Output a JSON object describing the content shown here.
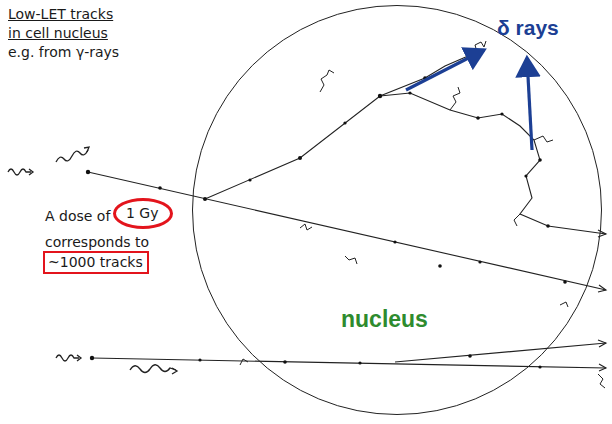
{
  "diagram": {
    "nodes": [
      {
        "text": [
          "1 Gy"
        ]
      },
      {
        "text": [
          "~1000 tracks"
        ]
      },
      {
        "text": [
          "nucleus"
        ]
      }
    ],
    "labels": [
      "Low-LET tracks",
      "in cell nucleus",
      "e.g. from γ-rays",
      "A dose of",
      "corresponds to",
      "δ rays"
    ]
  }
}
